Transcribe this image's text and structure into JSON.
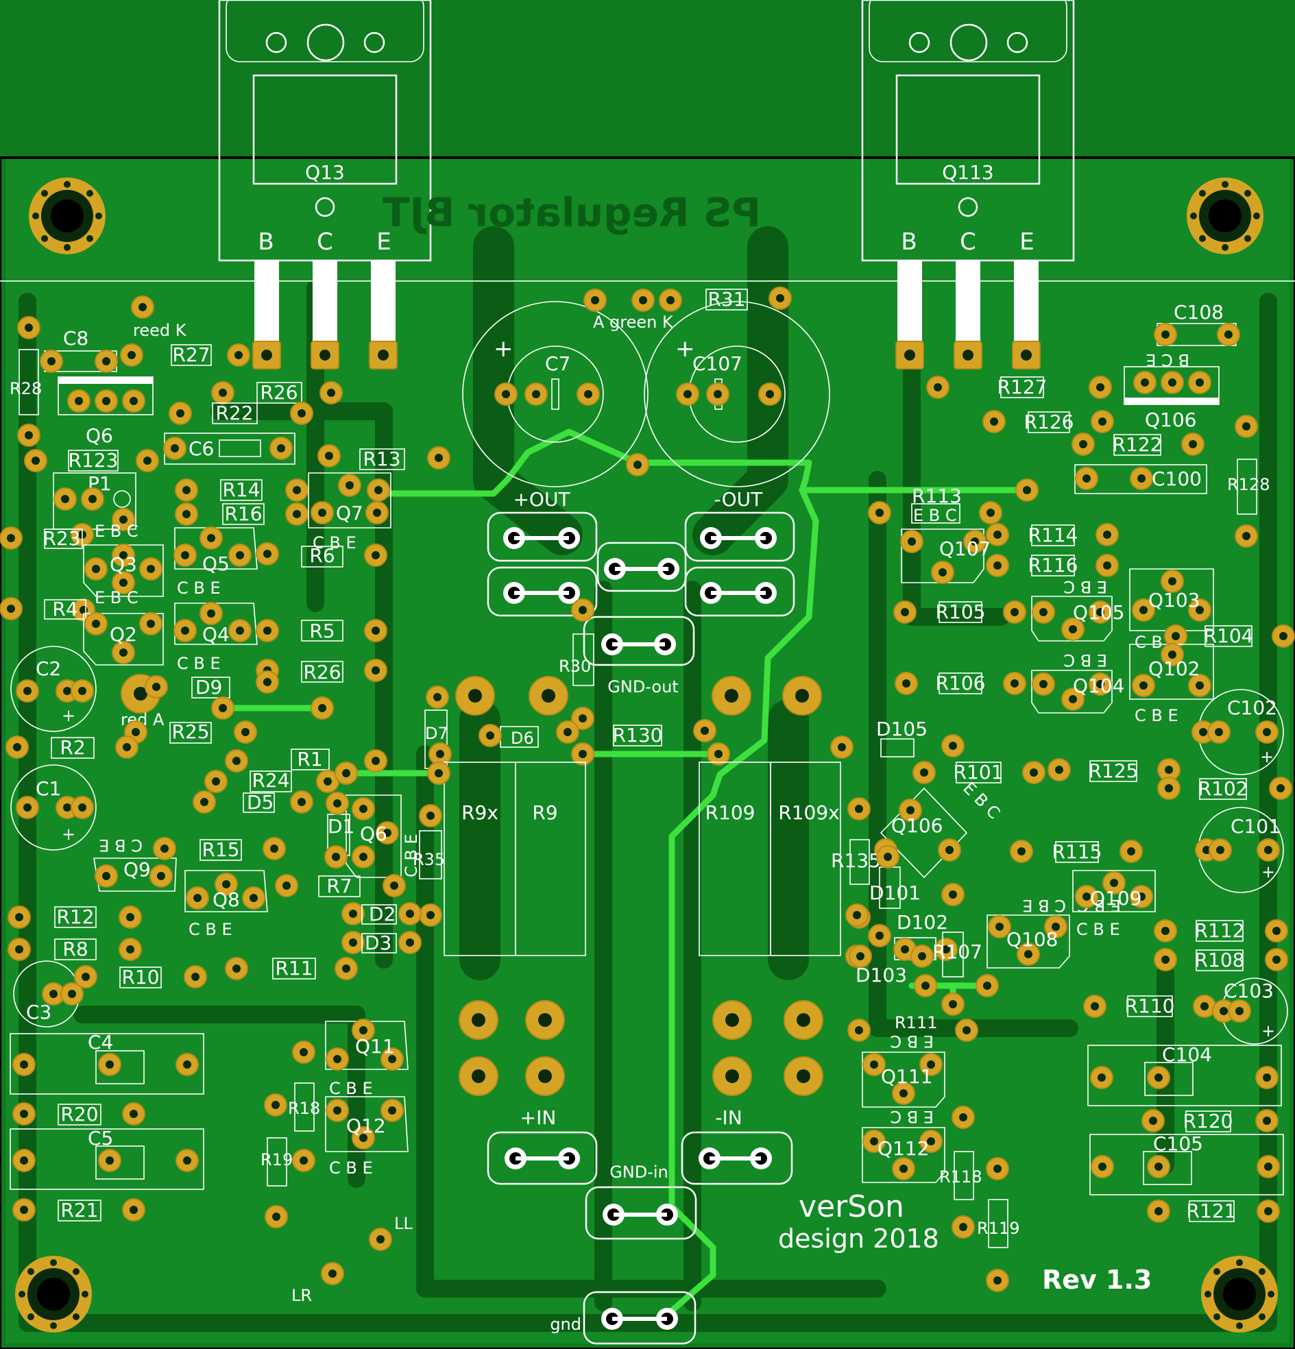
{
  "board": {
    "mirrored_title": "PS Regulator BJT",
    "credit_line1": "verSon",
    "credit_line2": "design 2018",
    "revision": "Rev 1.3",
    "colors": {
      "soldermask": "#0f7a1f",
      "copper_fill": "#138a25",
      "pad": "#d6a425",
      "silkscreen": "#ffffff",
      "highlight_trace": "#3ee03e",
      "outline": "#000000"
    }
  },
  "transistors_big": {
    "left": {
      "name": "Q13",
      "pins": [
        "B",
        "C",
        "E"
      ]
    },
    "right": {
      "name": "Q113",
      "pins": [
        "B",
        "C",
        "E"
      ]
    }
  },
  "connectors": {
    "out_pos": "+OUT",
    "out_neg": "-OUT",
    "gnd_out": "GND-out",
    "in_pos": "+IN",
    "in_neg": "-IN",
    "gnd_in": "GND-in",
    "gnd": "gnd"
  },
  "leds": {
    "reed_k": "reed K",
    "red_a": "red A",
    "a_green_k": "A green K",
    "ll": "LL",
    "lr": "LR"
  },
  "labels": {
    "R9x": "R9x",
    "R9": "R9",
    "R109": "R109",
    "R109x": "R109x",
    "C7": "C7",
    "C107": "C107",
    "R31": "R31",
    "R30": "R30",
    "R130": "R130",
    "D6": "D6",
    "D7": "D7",
    "R35": "R35",
    "R135": "R135",
    "C8": "C8",
    "R28": "R28",
    "R27": "R27",
    "R26": "R26",
    "R22": "R22",
    "Q6": "Q6",
    "C6": "C6",
    "R123": "R123",
    "R13": "R13",
    "P1": "P1",
    "R14": "R14",
    "R16": "R16",
    "Q7": "Q7",
    "R23": "R23",
    "Q3": "Q3",
    "Q5": "Q5",
    "R6": "R6",
    "R4": "R4",
    "Q2": "Q2",
    "Q4": "Q4",
    "R5": "R5",
    "C2": "C2",
    "R26b": "R26",
    "D9": "D9",
    "R25": "R25",
    "R2": "R2",
    "R1": "R1",
    "R24": "R24",
    "D5": "D5",
    "C1": "C1",
    "D1": "D1",
    "Q16": "Q6",
    "Q9": "Q9",
    "R15": "R15",
    "Q8": "Q8",
    "R7": "R7",
    "D2": "D2",
    "D3": "D3",
    "R12": "R12",
    "R8": "R8",
    "R10": "R10",
    "R11": "R11",
    "C3": "C3",
    "C4": "C4",
    "Q11": "Q11",
    "R18": "R18",
    "R20": "R20",
    "Q12": "Q12",
    "C5": "C5",
    "R19": "R19",
    "R21": "R21",
    "C108": "C108",
    "R127": "R127",
    "Q106": "Q106",
    "R126": "R126",
    "R122": "R122",
    "C100": "C100",
    "R128": "R128",
    "R113": "R113",
    "Q107": "Q107",
    "R114": "R114",
    "R116": "R116",
    "Q103": "Q103",
    "R105": "R105",
    "Q105": "Q105",
    "R104": "R104",
    "Q102": "Q102",
    "R106": "R106",
    "Q104": "Q104",
    "C102": "C102",
    "D105": "D105",
    "R101": "R101",
    "R125": "R125",
    "R102": "R102",
    "Q106b": "Q106",
    "C101": "C101",
    "R115": "R115",
    "D101": "D101",
    "Q109": "Q109",
    "D102": "D102",
    "R107": "R107",
    "Q108": "Q108",
    "R112": "R112",
    "R108": "R108",
    "D103": "D103",
    "R110": "R110",
    "C103": "C103",
    "R111": "R111",
    "Q111": "Q111",
    "C104": "C104",
    "R120": "R120",
    "Q112": "Q112",
    "R118": "R118",
    "C105": "C105",
    "R119": "R119",
    "R121": "R121"
  }
}
